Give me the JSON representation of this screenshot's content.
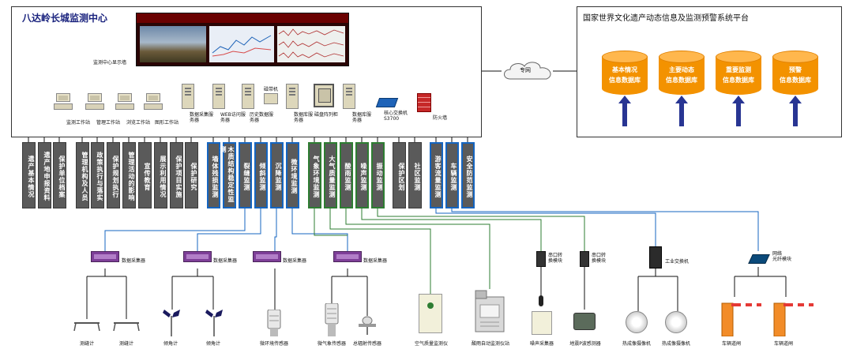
{
  "left_panel": {
    "title": "八达岭长城监测中心",
    "display_wall_label": "监测中心显示墙",
    "workstations": [
      {
        "label": "监测工作站"
      },
      {
        "label": "管理工作站"
      },
      {
        "label": "浏览工作站"
      },
      {
        "label": "图形工作站"
      }
    ],
    "servers": [
      {
        "label": "数据采集服务器"
      },
      {
        "label": "WEB访问服务器"
      },
      {
        "label": "历史数据服务器"
      },
      {
        "label": "磁带机"
      },
      {
        "label": "数据库服务器"
      },
      {
        "label": "磁盘阵列柜"
      },
      {
        "label": "数据库服务器"
      },
      {
        "label": "核心交换机S3700"
      },
      {
        "label": "防火墙"
      }
    ]
  },
  "network_label": "专网",
  "right_panel": {
    "title": "国家世界文化遗产动态信息及监测预警系统平台",
    "databases": [
      {
        "line1": "基本情况",
        "line2": "信息数据库"
      },
      {
        "line1": "主要动态",
        "line2": "信息数据库"
      },
      {
        "line1": "重要监测",
        "line2": "信息数据库"
      },
      {
        "line1": "预警",
        "line2": "信息数据库"
      }
    ]
  },
  "categories": [
    {
      "label": "遗产基本情况",
      "style": "plain"
    },
    {
      "label": "遗产地申报资料",
      "style": "plain"
    },
    {
      "label": "保护单位档案",
      "style": "plain"
    },
    {
      "label": "管理机构及人员",
      "style": "plain"
    },
    {
      "label": "政策执行与落实",
      "style": "plain"
    },
    {
      "label": "保护规划执行",
      "style": "plain"
    },
    {
      "label": "管理活动的影响",
      "style": "plain"
    },
    {
      "label": "宣传教育",
      "style": "plain"
    },
    {
      "label": "展示利用情况",
      "style": "plain"
    },
    {
      "label": "保护项目实施",
      "style": "plain"
    },
    {
      "label": "保护研究",
      "style": "plain"
    },
    {
      "label": "墙体残损监测",
      "style": "blue"
    },
    {
      "label": "木质结构稳定性监测",
      "style": "blue"
    },
    {
      "label": "裂缝监测",
      "style": "blue"
    },
    {
      "label": "倾斜监测",
      "style": "blue"
    },
    {
      "label": "沉降监测",
      "style": "blue"
    },
    {
      "label": "微环境监测",
      "style": "blue"
    },
    {
      "label": "气象环境监测",
      "style": "green"
    },
    {
      "label": "大气质量监测",
      "style": "green"
    },
    {
      "label": "酸雨监测",
      "style": "green"
    },
    {
      "label": "噪声监测",
      "style": "green"
    },
    {
      "label": "振动监测",
      "style": "green"
    },
    {
      "label": "保护区划",
      "style": "plain"
    },
    {
      "label": "社区监测",
      "style": "plain"
    },
    {
      "label": "游客流量监测",
      "style": "blue"
    },
    {
      "label": "车辆监测",
      "style": "blue"
    },
    {
      "label": "安全防范监测",
      "style": "blue"
    }
  ],
  "field_devices": {
    "collectors": [
      {
        "label": "数据采集器"
      },
      {
        "label": "数据采集器"
      },
      {
        "label": "数据采集器"
      },
      {
        "label": "数据采集器"
      }
    ],
    "converters": [
      {
        "label1": "串口转",
        "label2": "换模块"
      },
      {
        "label1": "串口转",
        "label2": "换模块"
      }
    ],
    "industrial_switch": "工业交换机",
    "fiber_module": {
      "label1": "网络",
      "label2": "光纤模块"
    },
    "sensors": [
      {
        "label": "测缝计"
      },
      {
        "label": "测缝计"
      },
      {
        "label": "倾角计"
      },
      {
        "label": "倾角计"
      },
      {
        "label": "微环境传感器"
      },
      {
        "label": "微气象传感器"
      },
      {
        "label": "总辐射传感器"
      },
      {
        "label": "空气质量监测仪"
      },
      {
        "label": "酸雨自动监测仪站"
      },
      {
        "label": "噪声采集器"
      },
      {
        "label": "地震P波感测器"
      },
      {
        "label": "热成像摄像机"
      },
      {
        "label": "热成像摄像机"
      },
      {
        "label": "车辆道闸"
      },
      {
        "label": "车辆道闸"
      }
    ]
  },
  "colors": {
    "db_orange": "#f39200",
    "arrow_blue": "#283593",
    "category_gray": "#5a5a5a",
    "link_blue": "#1565c0",
    "link_green": "#2e7d32"
  }
}
